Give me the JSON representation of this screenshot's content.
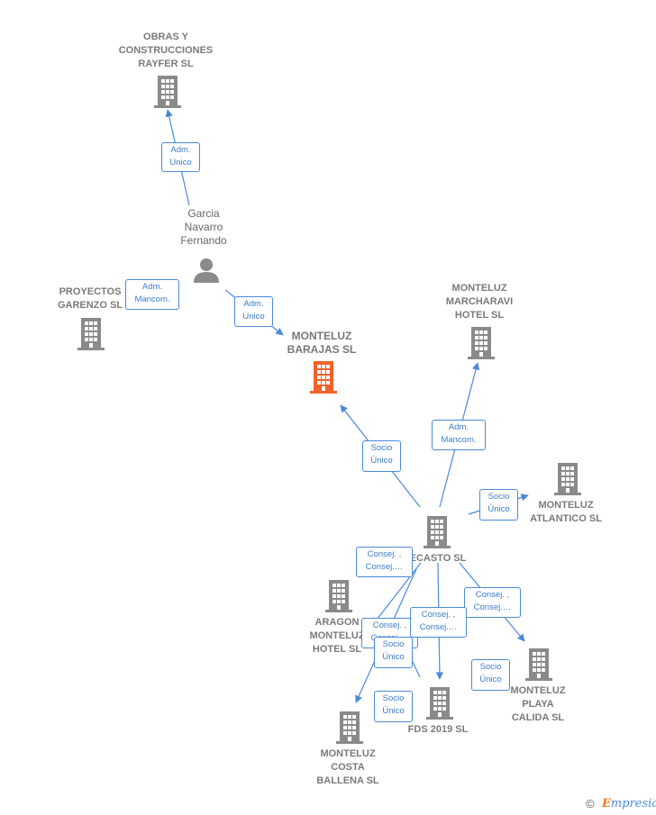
{
  "colors": {
    "edge": "#4a8ad8",
    "node": "#8a8a8a",
    "focus": "#f0622a"
  },
  "nodes": {
    "obras": "OBRAS Y\nCONSTRUCCIONES\nRAYFER  SL",
    "garcia": "Garcia\nNavarro\nFernando",
    "proyectos": "PROYECTOS\nGARENZO  SL",
    "barajas": "MONTELUZ\nBARAJAS  SL",
    "marcharavi": "MONTELUZ\nMARCHARAVI\nHOTEL  SL",
    "atlantico": "MONTELUZ\nATLANTICO  SL",
    "ecasto": "ECASTO  SL",
    "aragon": "ARAGON\nMONTELUZ\nHOTEL  SL",
    "fds": "FDS 2019  SL",
    "playa": "MONTELUZ\nPLAYA\nCALIDA  SL",
    "ballena": "MONTELUZ\nCOSTA\nBALLENA  SL"
  },
  "badges": {
    "b1": "Adm.\nUnico",
    "b2": "Adm.\nMancom.",
    "b3": "Adm.\nUnico",
    "b4": "Socio\nÚnico",
    "b5": "Adm.\nMancom.",
    "b6": "Socio\nÚnico",
    "b7": "Consej. ,\nConsej.…",
    "b8": "Consej. ,\nConsej.…",
    "b9": "Consej. ,\nConsej.…",
    "b10": "Consej. ,\nConsej.…",
    "b11": "Socio\nÚnico",
    "b12": "Socio\nÚnico",
    "b13": "Socio\nÚnico"
  },
  "footer": {
    "copyright": "©",
    "brand_e": "E",
    "brand_rest": "mpresia"
  }
}
